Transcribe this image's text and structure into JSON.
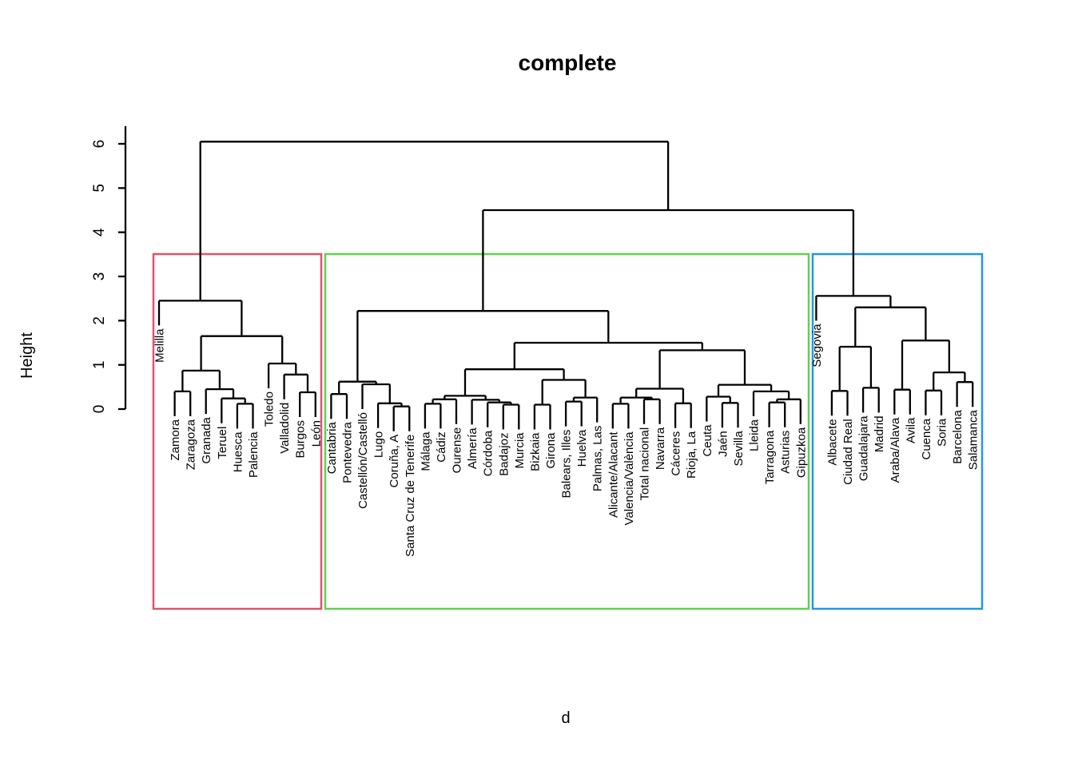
{
  "title": "complete",
  "xlabel": "d",
  "axis": {
    "label": "Height",
    "ticks": [
      0,
      1,
      2,
      3,
      4,
      5,
      6
    ]
  },
  "chart_data": {
    "type": "dendrogram",
    "method": "complete",
    "title": "complete",
    "xlabel": "d",
    "ylabel": "Height",
    "ylim": [
      0,
      6
    ],
    "grid": false,
    "leaves": [
      "Melilla",
      "Zamora",
      "Zaragoza",
      "Granada",
      "Teruel",
      "Huesca",
      "Palencia",
      "Toledo",
      "Valladolid",
      "Burgos",
      "León",
      "Cantabria",
      "Pontevedra",
      "Castellón/Castelló",
      "Lugo",
      "Coruña, A",
      "Santa Cruz de Tenerife",
      "Málaga",
      "Cádiz",
      "Ourense",
      "Almería",
      "Córdoba",
      "Badajoz",
      "Murcia",
      "Bizkaia",
      "Girona",
      "Balears, Illes",
      "Huelva",
      "Palmas, Las",
      "Alicante/Alacant",
      "Valencia/València",
      "Total nacional",
      "Navarra",
      "Cáceres",
      "Rioja, La",
      "Ceuta",
      "Jaén",
      "Sevilla",
      "Lleida",
      "Tarragona",
      "Asturias",
      "Gipuzkoa",
      "Segovia",
      "Albacete",
      "Ciudad Real",
      "Guadalajara",
      "Madrid",
      "Araba/Alava",
      "Avila",
      "Cuenca",
      "Soria",
      "Barcelona",
      "Salamanca"
    ],
    "tree": {
      "h": 6.05,
      "c": [
        {
          "h": 2.45,
          "c": [
            {
              "leaf": "Melilla"
            },
            {
              "h": 1.65,
              "c": [
                {
                  "h": 0.87,
                  "c": [
                    {
                      "h": 0.4,
                      "c": [
                        {
                          "leaf": "Zamora"
                        },
                        {
                          "leaf": "Zaragoza"
                        }
                      ]
                    },
                    {
                      "h": 0.45,
                      "c": [
                        {
                          "leaf": "Granada"
                        },
                        {
                          "h": 0.24,
                          "c": [
                            {
                              "leaf": "Teruel"
                            },
                            {
                              "h": 0.12,
                              "c": [
                                {
                                  "leaf": "Huesca"
                                },
                                {
                                  "leaf": "Palencia"
                                }
                              ]
                            }
                          ]
                        }
                      ]
                    }
                  ]
                },
                {
                  "h": 1.03,
                  "c": [
                    {
                      "leaf": "Toledo"
                    },
                    {
                      "h": 0.78,
                      "c": [
                        {
                          "leaf": "Valladolid"
                        },
                        {
                          "h": 0.38,
                          "c": [
                            {
                              "leaf": "Burgos"
                            },
                            {
                              "leaf": "León"
                            }
                          ]
                        }
                      ]
                    }
                  ]
                }
              ]
            }
          ]
        },
        {
          "h": 4.5,
          "c": [
            {
              "h": 2.22,
              "c": [
                {
                  "h": 0.62,
                  "c": [
                    {
                      "h": 0.34,
                      "c": [
                        {
                          "leaf": "Cantabria"
                        },
                        {
                          "leaf": "Pontevedra"
                        }
                      ]
                    },
                    {
                      "h": 0.56,
                      "c": [
                        {
                          "leaf": "Castellón/Castelló"
                        },
                        {
                          "h": 0.13,
                          "c": [
                            {
                              "leaf": "Lugo"
                            },
                            {
                              "h": 0.06,
                              "c": [
                                {
                                  "leaf": "Coruña, A"
                                },
                                {
                                  "leaf": "Santa Cruz de Tenerife"
                                }
                              ]
                            }
                          ]
                        }
                      ]
                    }
                  ]
                },
                {
                  "h": 1.5,
                  "c": [
                    {
                      "h": 0.9,
                      "c": [
                        {
                          "h": 0.3,
                          "c": [
                            {
                              "h": 0.22,
                              "c": [
                                {
                                  "h": 0.12,
                                  "c": [
                                    {
                                      "leaf": "Málaga"
                                    },
                                    {
                                      "leaf": "Cádiz"
                                    }
                                  ]
                                },
                                {
                                  "leaf": "Ourense"
                                }
                              ]
                            },
                            {
                              "h": 0.21,
                              "c": [
                                {
                                  "leaf": "Almería"
                                },
                                {
                                  "h": 0.15,
                                  "c": [
                                    {
                                      "leaf": "Córdoba"
                                    },
                                    {
                                      "h": 0.1,
                                      "c": [
                                        {
                                          "leaf": "Badajoz"
                                        },
                                        {
                                          "leaf": "Murcia"
                                        }
                                      ]
                                    }
                                  ]
                                }
                              ]
                            }
                          ]
                        },
                        {
                          "h": 0.66,
                          "c": [
                            {
                              "h": 0.1,
                              "c": [
                                {
                                  "leaf": "Bizkaia"
                                },
                                {
                                  "leaf": "Girona"
                                }
                              ]
                            },
                            {
                              "h": 0.26,
                              "c": [
                                {
                                  "h": 0.17,
                                  "c": [
                                    {
                                      "leaf": "Balears, Illes"
                                    },
                                    {
                                      "leaf": "Huelva"
                                    }
                                  ]
                                },
                                {
                                  "leaf": "Palmas, Las"
                                }
                              ]
                            }
                          ]
                        }
                      ]
                    },
                    {
                      "h": 1.33,
                      "c": [
                        {
                          "h": 0.46,
                          "c": [
                            {
                              "h": 0.26,
                              "c": [
                                {
                                  "h": 0.12,
                                  "c": [
                                    {
                                      "leaf": "Alicante/Alacant"
                                    },
                                    {
                                      "leaf": "Valencia/València"
                                    }
                                  ]
                                },
                                {
                                  "h": 0.22,
                                  "c": [
                                    {
                                      "leaf": "Total nacional"
                                    },
                                    {
                                      "leaf": "Navarra"
                                    }
                                  ]
                                }
                              ]
                            },
                            {
                              "h": 0.13,
                              "c": [
                                {
                                  "leaf": "Cáceres"
                                },
                                {
                                  "leaf": "Rioja, La"
                                }
                              ]
                            }
                          ]
                        },
                        {
                          "h": 0.55,
                          "c": [
                            {
                              "h": 0.28,
                              "c": [
                                {
                                  "leaf": "Ceuta"
                                },
                                {
                                  "h": 0.14,
                                  "c": [
                                    {
                                      "leaf": "Jaén"
                                    },
                                    {
                                      "leaf": "Sevilla"
                                    }
                                  ]
                                }
                              ]
                            },
                            {
                              "h": 0.4,
                              "c": [
                                {
                                  "leaf": "Lleida"
                                },
                                {
                                  "h": 0.22,
                                  "c": [
                                    {
                                      "h": 0.15,
                                      "c": [
                                        {
                                          "leaf": "Tarragona"
                                        },
                                        {
                                          "leaf": "Asturias"
                                        }
                                      ]
                                    },
                                    {
                                      "leaf": "Gipuzkoa"
                                    }
                                  ]
                                }
                              ]
                            }
                          ]
                        }
                      ]
                    }
                  ]
                }
              ]
            },
            {
              "h": 2.56,
              "c": [
                {
                  "leaf": "Segovia"
                },
                {
                  "h": 2.3,
                  "c": [
                    {
                      "h": 1.41,
                      "c": [
                        {
                          "h": 0.41,
                          "c": [
                            {
                              "leaf": "Albacete"
                            },
                            {
                              "leaf": "Ciudad Real"
                            }
                          ]
                        },
                        {
                          "h": 0.48,
                          "c": [
                            {
                              "leaf": "Guadalajara"
                            },
                            {
                              "leaf": "Madrid"
                            }
                          ]
                        }
                      ]
                    },
                    {
                      "h": 1.55,
                      "c": [
                        {
                          "h": 0.44,
                          "c": [
                            {
                              "leaf": "Araba/Alava"
                            },
                            {
                              "leaf": "Avila"
                            }
                          ]
                        },
                        {
                          "h": 0.83,
                          "c": [
                            {
                              "h": 0.42,
                              "c": [
                                {
                                  "leaf": "Cuenca"
                                },
                                {
                                  "leaf": "Soria"
                                }
                              ]
                            },
                            {
                              "h": 0.61,
                              "c": [
                                {
                                  "leaf": "Barcelona"
                                },
                                {
                                  "leaf": "Salamanca"
                                }
                              ]
                            }
                          ]
                        }
                      ]
                    }
                  ]
                }
              ]
            }
          ]
        }
      ]
    },
    "clusters": [
      {
        "name": "cluster-1",
        "color": "#DF536B",
        "x1": 192,
        "x2": 402,
        "y1": 318,
        "y2": 762
      },
      {
        "name": "cluster-2",
        "color": "#61D04F",
        "x1": 407,
        "x2": 1012,
        "y1": 318,
        "y2": 762
      },
      {
        "name": "cluster-3",
        "color": "#2297E6",
        "x1": 1017,
        "x2": 1229,
        "y1": 318,
        "y2": 762
      }
    ],
    "line_color": "#000000"
  }
}
